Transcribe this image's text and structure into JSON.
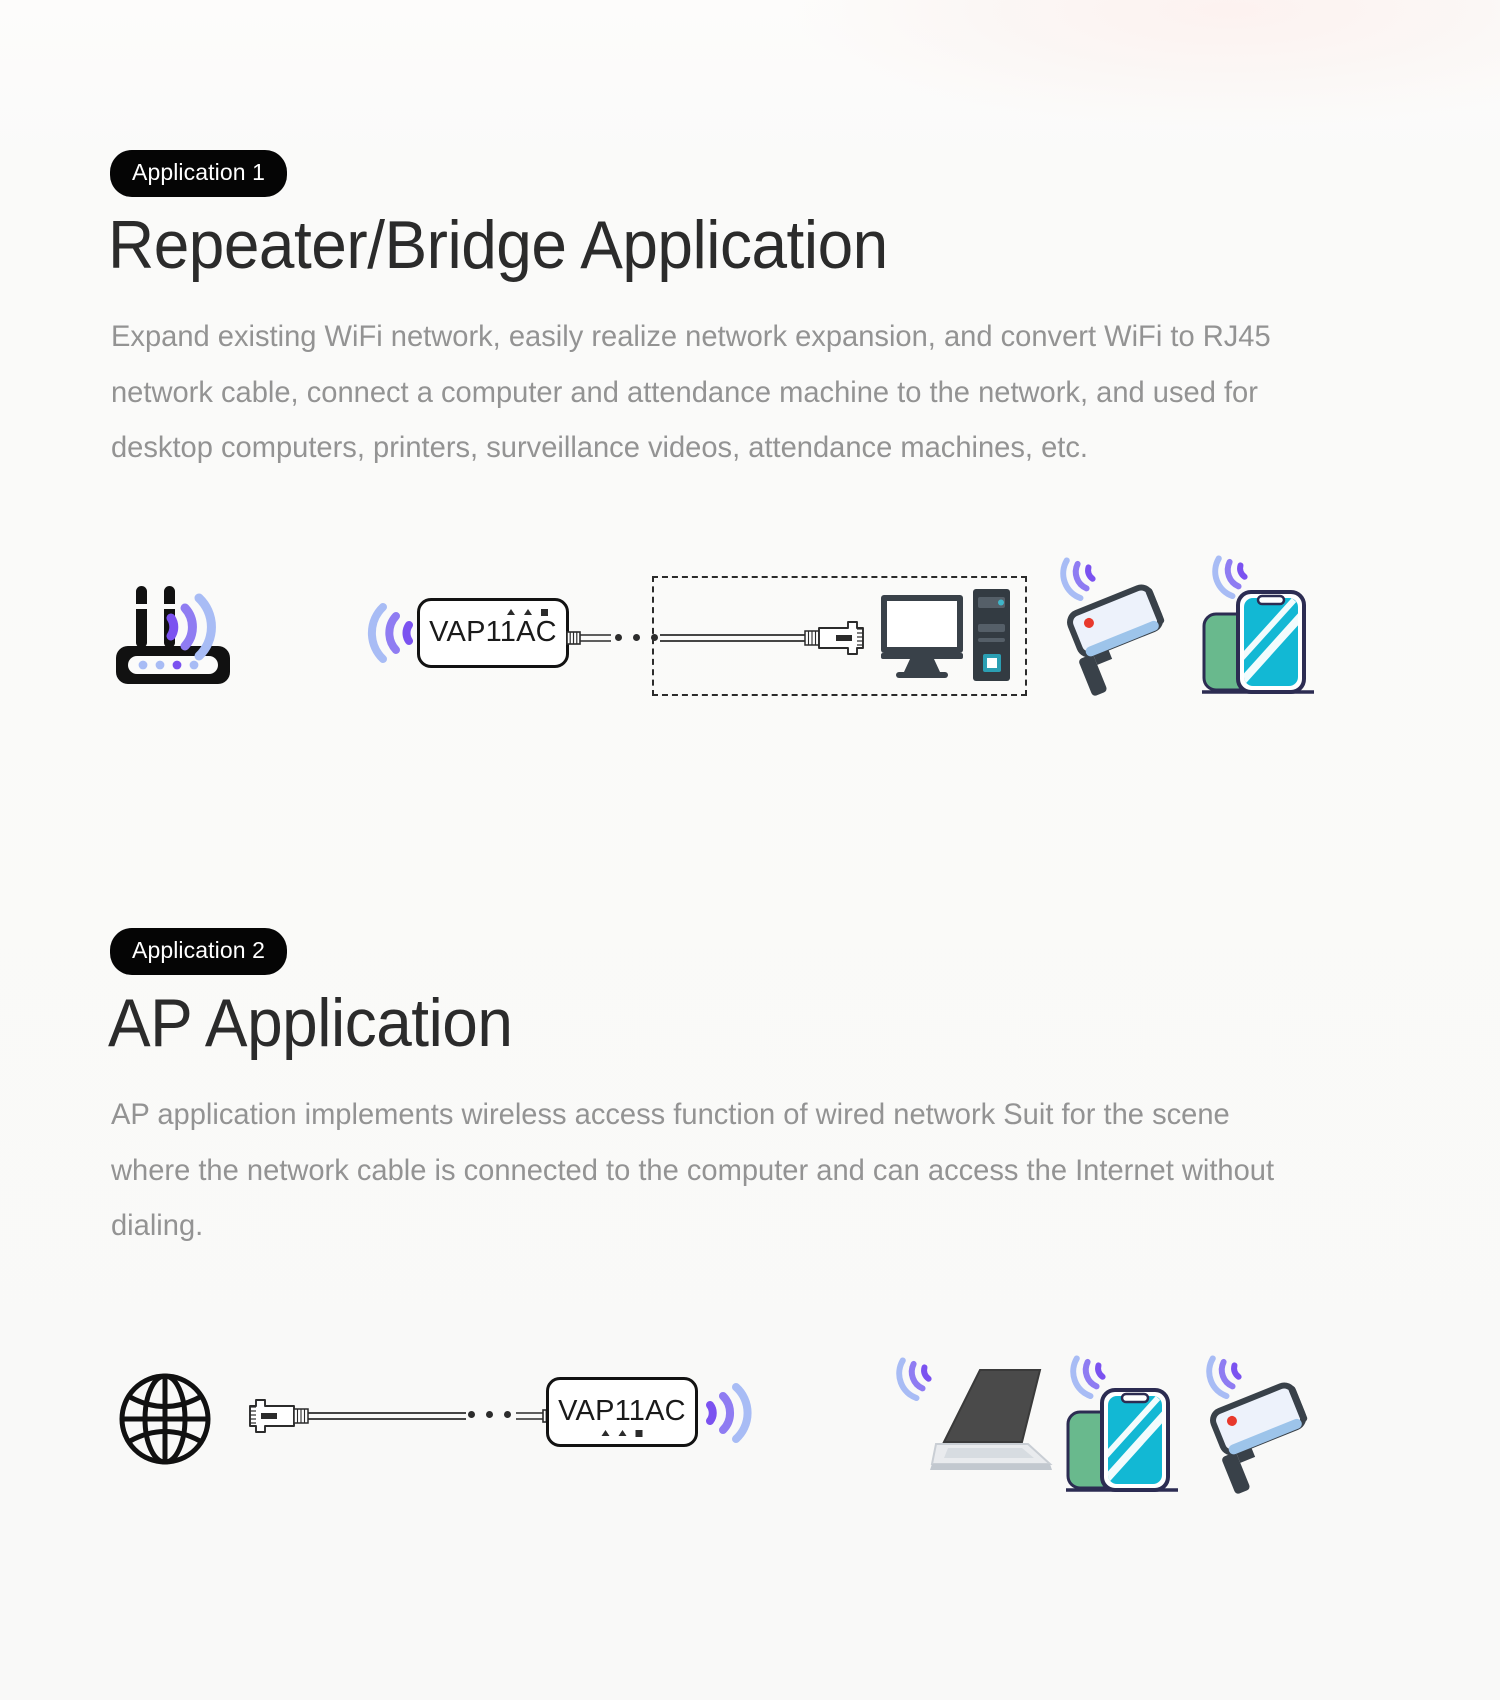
{
  "page": {
    "background_color": "#fbfbfa",
    "accent_purple": "#7b52f0",
    "accent_light_purple": "#a8bcf5",
    "text_heading_color": "#2b2b2b",
    "text_body_color": "#939393",
    "badge_bg_color": "#050505",
    "badge_text_color": "#ffffff",
    "device_dark": "#394149",
    "phone_screen_color": "#12b8d4",
    "camera_body_color": "#edf2fb",
    "led_red_color": "#e8392c"
  },
  "sections": [
    {
      "badge": "Application 1",
      "heading": "Repeater/Bridge Application",
      "paragraph": "Expand existing WiFi network, easily realize network expansion, and convert WiFi to RJ45 network cable, connect a computer and attendance machine to the network, and used for desktop computers, printers, surveillance videos, attendance machines, etc.",
      "diagram": {
        "device_label": "VAP11AC",
        "nodes": [
          "wifi-router",
          "vap11ac-adapter",
          "ethernet-cable",
          "desktop-computer",
          "security-camera",
          "smartphone"
        ]
      }
    },
    {
      "badge": "Application 2",
      "heading": "AP Application",
      "paragraph": "AP application implements wireless access function of wired network Suit for the scene where the network cable is connected to the computer and can access the Internet without dialing.",
      "diagram": {
        "device_label": "VAP11AC",
        "nodes": [
          "globe-internet",
          "ethernet-cable",
          "vap11ac-adapter",
          "laptop",
          "smartphone",
          "security-camera"
        ]
      }
    }
  ]
}
